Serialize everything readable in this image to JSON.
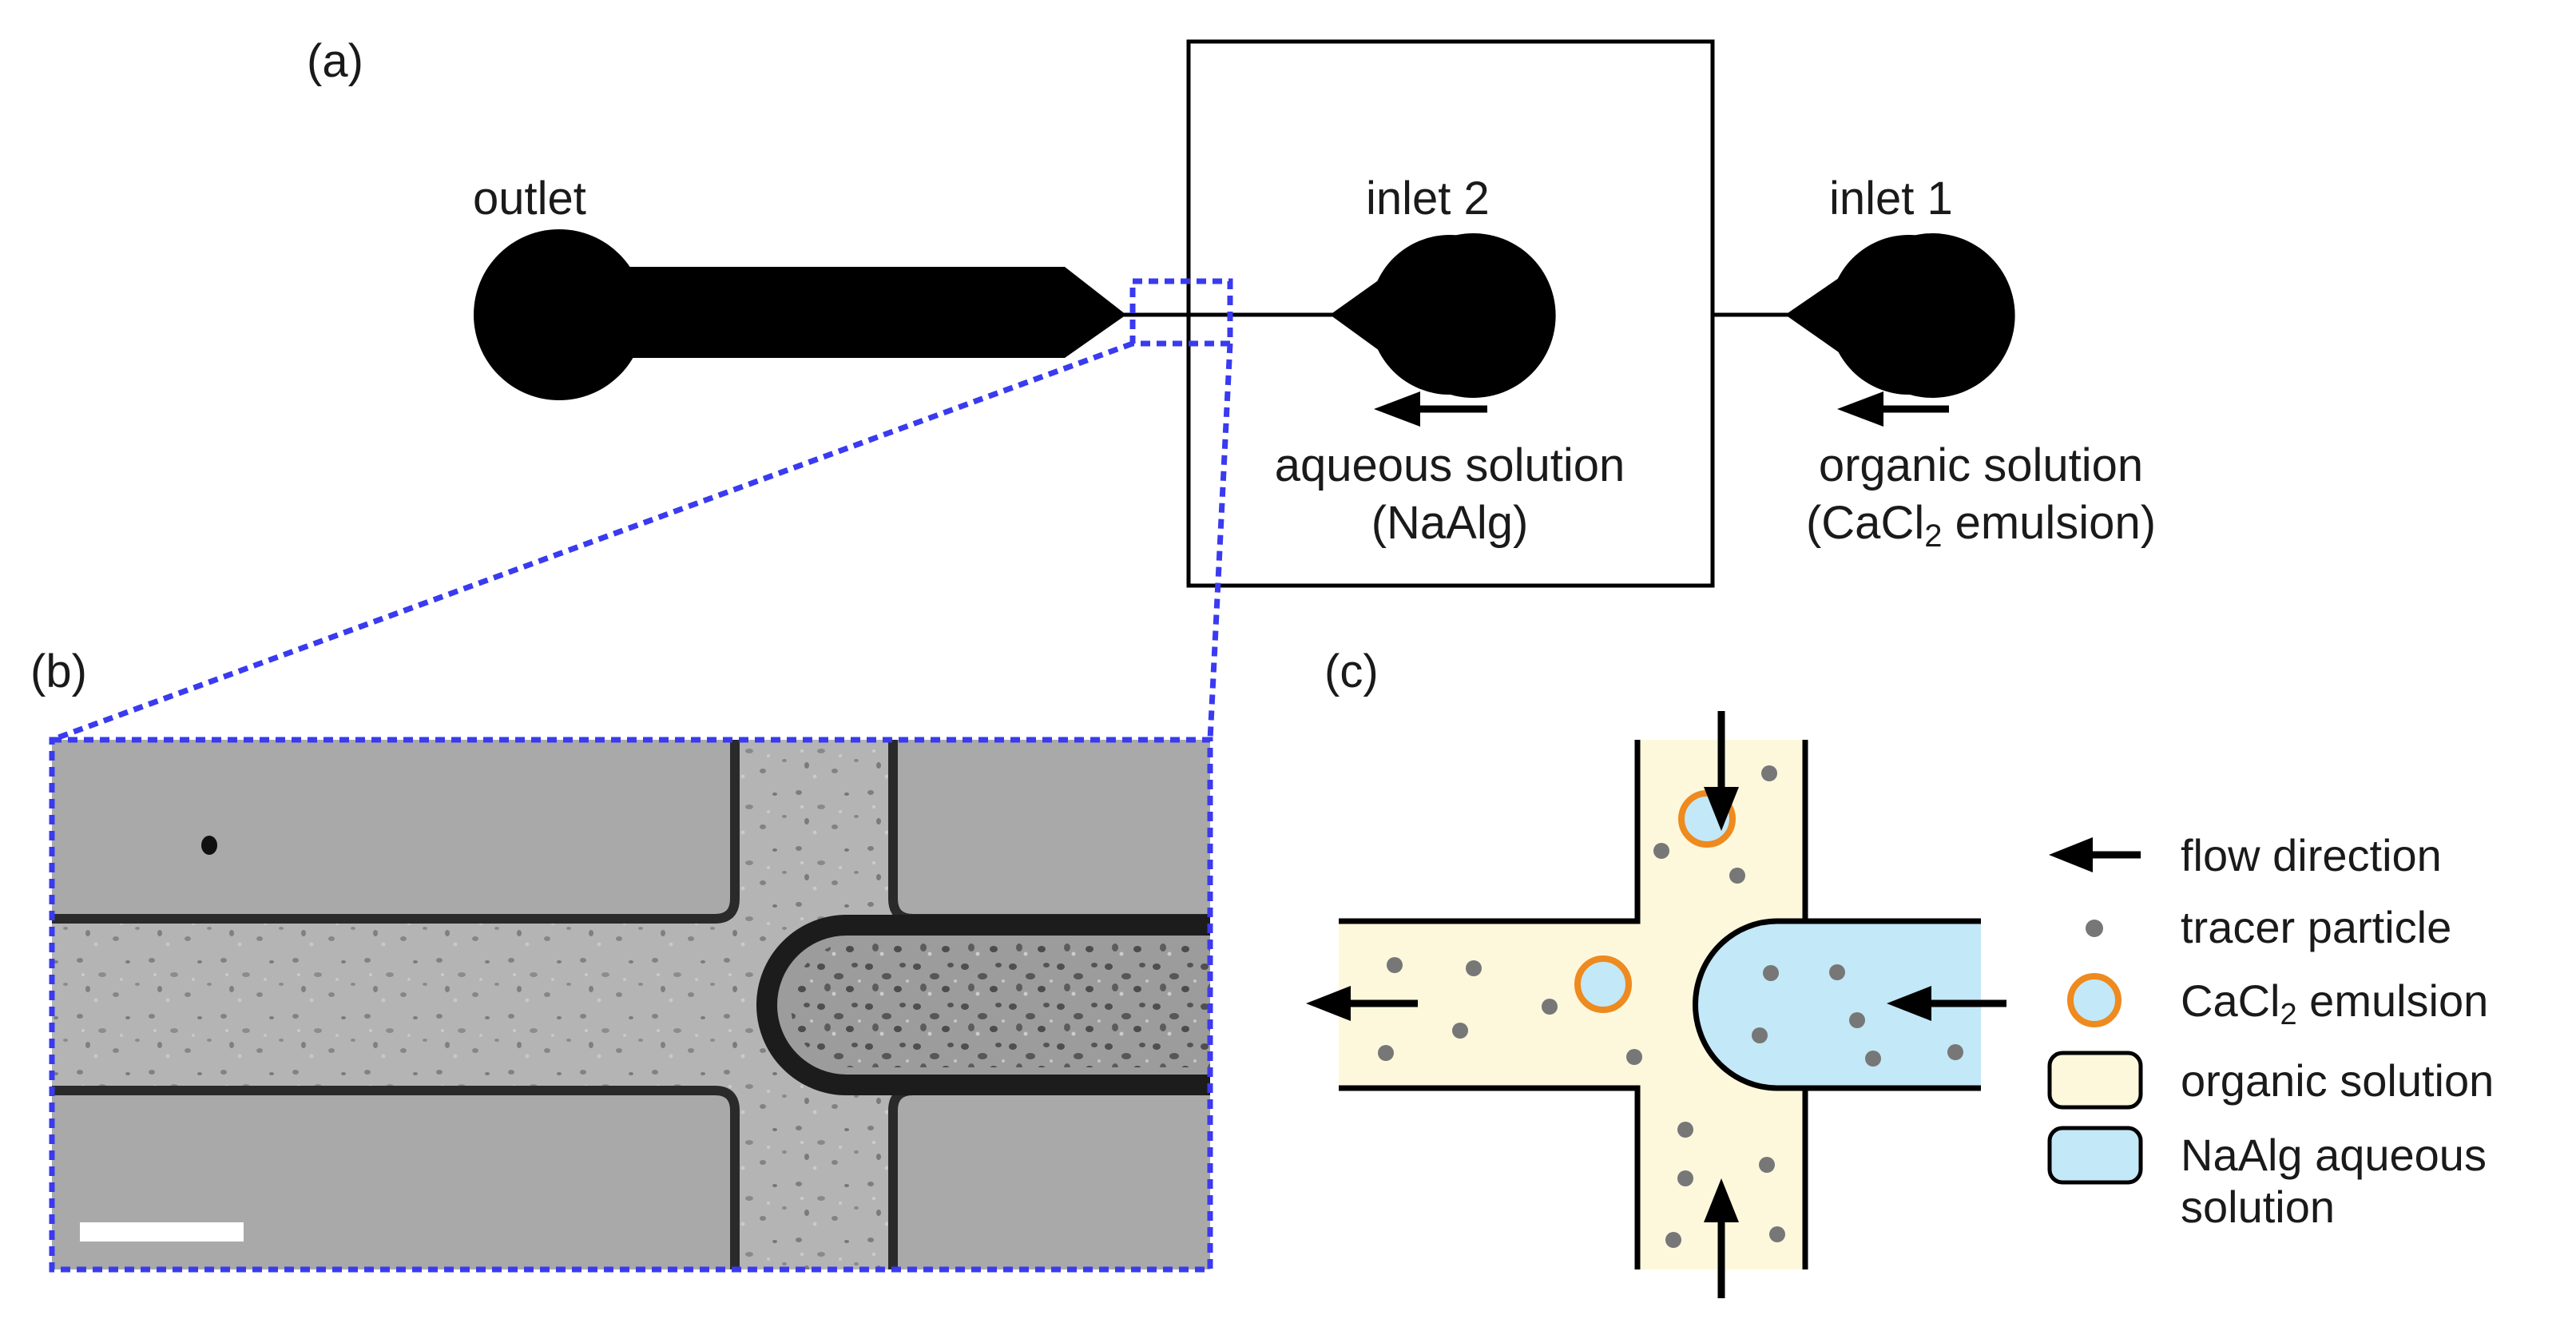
{
  "panels": {
    "a": {
      "label": "(a)",
      "outlet": "outlet",
      "inlet2": "inlet 2",
      "inlet1": "inlet 1",
      "aqueous_line1": "aqueous solution",
      "aqueous_line2": "(NaAlg)",
      "organic_line1": "organic solution",
      "organic_line2_prefix": "(CaCl",
      "organic_line2_sub": "2",
      "organic_line2_suffix": " emulsion)"
    },
    "b": {
      "label": "(b)"
    },
    "c": {
      "label": "(c)",
      "legend": {
        "flow": "flow direction",
        "tracer": "tracer particle",
        "emulsion_prefix": "CaCl",
        "emulsion_sub": "2",
        "emulsion_suffix": " emulsion",
        "organic": "organic solution",
        "naalg_line1": "NaAlg aqueous",
        "naalg_line2": "solution"
      }
    }
  },
  "colors": {
    "ink": "#000000",
    "highlight_dashed": "#3a3af0",
    "organic_fill": "#fdf8dc",
    "aqueous_fill": "#c3e8f8",
    "emulsion_ring": "#ee8a1e",
    "tracer": "#777777",
    "micrograph_bg": "#a9a9a9",
    "micrograph_wall": "#2a2a2a",
    "scale_bar": "#ffffff"
  }
}
